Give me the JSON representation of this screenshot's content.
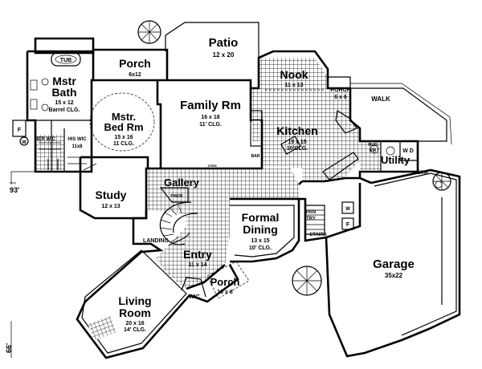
{
  "plan": {
    "rooms": {
      "patio": {
        "name": "Patio",
        "size": "12 x 20"
      },
      "porch_top": {
        "name": "Porch",
        "size": "6x12"
      },
      "mstr_bath": {
        "name_1": "Mstr",
        "name_2": "Bath",
        "size": "15 x 12",
        "note": "Barrel CLG."
      },
      "mstr_bed": {
        "name_1": "Mstr.",
        "name_2": "Bed Rm",
        "size": "15 x 16",
        "clg": "11 CLG."
      },
      "family": {
        "name": "Family Rm",
        "size": "16 x 18",
        "clg": "11' CLG."
      },
      "nook": {
        "name": "Nook",
        "size": "11 x 13"
      },
      "porch_side": {
        "name": "PORCH",
        "size": "6 x 6"
      },
      "kitchen": {
        "name": "Kitchen",
        "size": "19 x 15",
        "clg": "10'CLG."
      },
      "utility": {
        "name": "Utility"
      },
      "study": {
        "name": "Study",
        "size": "12 x 13"
      },
      "gallery": {
        "name": "Gallery"
      },
      "formal": {
        "name_1": "Formal",
        "name_2": "Dining",
        "size": "13 x 15",
        "clg": "10' CLG."
      },
      "entry": {
        "name": "Entry",
        "size": "11 x 14"
      },
      "porch_front": {
        "name": "Porch",
        "size": "10 x 8"
      },
      "living": {
        "name_1": "Living",
        "name_2": "Room",
        "size": "20 x 16",
        "clg": "14' CLG."
      },
      "garage": {
        "name": "Garage",
        "size": "35x22"
      }
    },
    "labels": {
      "tub": "TUB",
      "her_wic": "HER WIC",
      "his_wic": "HIS WIC",
      "his_wic_size": "11x8",
      "wic": "WIC",
      "landing": "LANDING",
      "walk": "WALK",
      "stairs": "STAIRS",
      "pan": "PAN",
      "try": "TRY",
      "wd": "W   D",
      "brm": "BRM",
      "bar": "BAR",
      "powder": "PWDR",
      "stem": "STEM",
      "mud_1": "MUD",
      "mud_2": "RM",
      "f": "F",
      "w": "W"
    },
    "dims": {
      "left": "93'",
      "bottom_left": "66'"
    }
  }
}
